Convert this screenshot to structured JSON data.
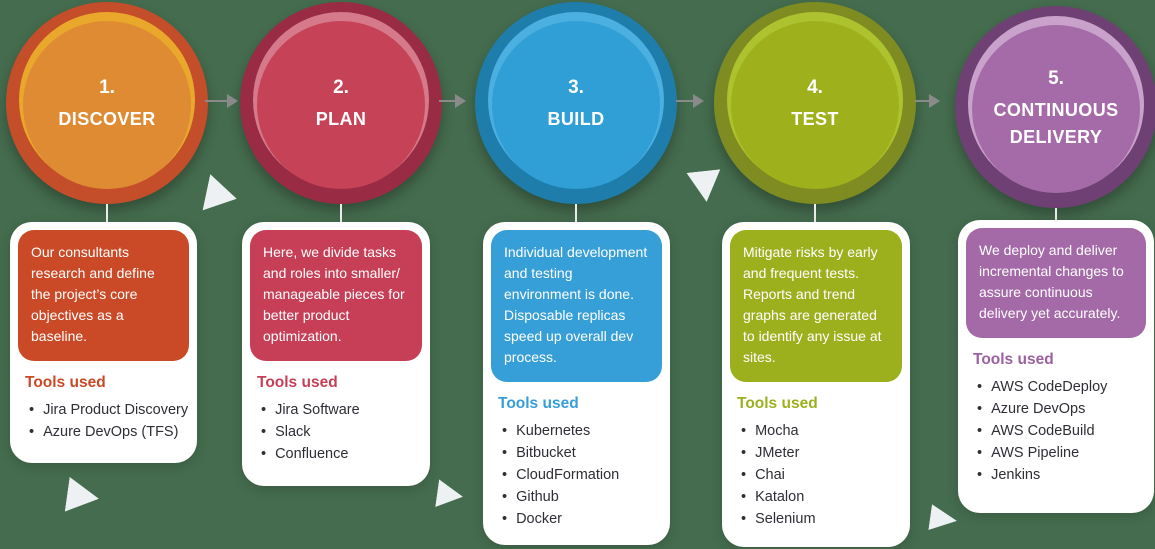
{
  "colors": {
    "background": "#456c4e",
    "arrow": "#8a8a8a",
    "triangle": "#edf1f3",
    "stem": "#ececec",
    "card_background": "#ffffff",
    "list_text": "#2e2e36"
  },
  "steps": [
    {
      "number": "1.",
      "name": "DISCOVER",
      "description": "Our consultants research and define the project’s core objectives as a baseline.",
      "tools_label": "Tools used",
      "tools": [
        "Jira Product Discovery",
        "Azure DevOps (TFS)"
      ],
      "colors": {
        "ring": "#c44d2a",
        "arc": "#e9a72b",
        "fill": "#de8b33",
        "box": "#ca4a27",
        "accent": "#ca4a27"
      }
    },
    {
      "number": "2.",
      "name": "PLAN",
      "description": "Here, we divide tasks and roles into smaller/ manageable pieces for better product optimization.",
      "tools_label": "Tools used",
      "tools": [
        "Jira Software",
        "Slack",
        "Confluence"
      ],
      "colors": {
        "ring": "#992c44",
        "arc": "#d5798b",
        "fill": "#c64257",
        "box": "#c63f57",
        "accent": "#c63f57"
      }
    },
    {
      "number": "3.",
      "name": "BUILD",
      "description": "Individual development and testing environment is done. Disposable replicas speed up overall dev process.",
      "tools_label": "Tools used",
      "tools": [
        "Kubernetes",
        "Bitbucket",
        "CloudFormation",
        "Github",
        "Docker"
      ],
      "colors": {
        "ring": "#1e7dab",
        "arc": "#4bafe0",
        "fill": "#2f9fd6",
        "box": "#379fd8",
        "accent": "#379fd8"
      }
    },
    {
      "number": "4.",
      "name": "TEST",
      "description": "Mitigate risks by early and frequent tests. Reports and trend graphs are generated to identify any issue at sites.",
      "tools_label": "Tools used",
      "tools": [
        "Mocha",
        "JMeter",
        "Chai",
        "Katalon",
        "Selenium"
      ],
      "colors": {
        "ring": "#7e8c21",
        "arc": "#adc22f",
        "fill": "#9eb11d",
        "box": "#9cb01e",
        "accent": "#9cb01e"
      }
    },
    {
      "number": "5.",
      "name": "CONTINUOUS DELIVERY",
      "description": "We deploy and deliver incremental changes to assure continuous delivery yet accurately.",
      "tools_label": "Tools used",
      "tools": [
        "AWS CodeDeploy",
        "Azure DevOps",
        "AWS CodeBuild",
        "AWS Pipeline",
        "Jenkins"
      ],
      "colors": {
        "ring": "#6f4073",
        "arc": "#c9a2cb",
        "fill": "#a56ba8",
        "box": "#a469a7",
        "accent": "#9c5fa0"
      }
    }
  ]
}
